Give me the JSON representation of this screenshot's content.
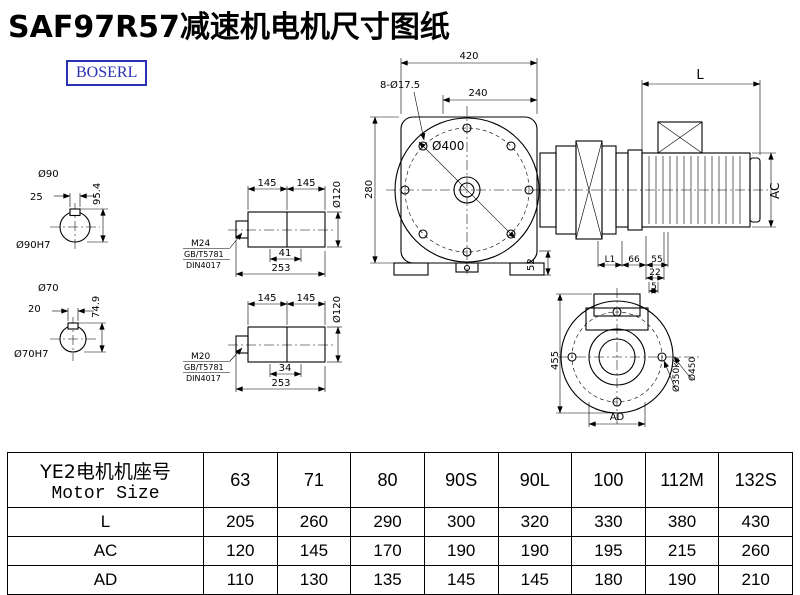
{
  "title": "SAF97R57减速机电机尺寸图纸",
  "logo": "BOSERL",
  "colors": {
    "logo_blue": "#2b32b2"
  },
  "drawing": {
    "shaft1": {
      "dia": "Ø90",
      "key": "25",
      "height": "95.4",
      "bore": "Ø90H7"
    },
    "shaft2": {
      "dia": "Ø70",
      "key": "20",
      "height": "74.9",
      "bore": "Ø70H7"
    },
    "stub1": {
      "l1": "145",
      "l2": "145",
      "dia": "Ø120",
      "thread": "M24",
      "std1": "GB/T5781",
      "std2": "DIN4017",
      "depth": "41",
      "total": "253"
    },
    "stub2": {
      "l1": "145",
      "l2": "145",
      "dia": "Ø120",
      "thread": "M20",
      "std1": "GB/T5781",
      "std2": "DIN4017",
      "depth": "34",
      "total": "253"
    },
    "front": {
      "width": "420",
      "holes": "8-Ø17.5",
      "inner": "240",
      "dia": "Ø400",
      "height": "280",
      "foot": "52"
    },
    "motor": {
      "len": "L",
      "ac": "AC",
      "l1": "L1",
      "a": "66",
      "b": "55",
      "c": "22",
      "d": "5"
    },
    "flange": {
      "height": "455",
      "bolt": "Ø350k6",
      "outer": "Ø450",
      "ad": "AD"
    }
  },
  "table": {
    "header_cn": "YE2电机机座号",
    "header_en": "Motor Size",
    "sizes": [
      "63",
      "71",
      "80",
      "90S",
      "90L",
      "100",
      "112M",
      "132S"
    ],
    "rows": [
      {
        "label": "L",
        "values": [
          "205",
          "260",
          "290",
          "300",
          "320",
          "330",
          "380",
          "430"
        ]
      },
      {
        "label": "AC",
        "values": [
          "120",
          "145",
          "170",
          "190",
          "190",
          "195",
          "215",
          "260"
        ]
      },
      {
        "label": "AD",
        "values": [
          "110",
          "130",
          "135",
          "145",
          "145",
          "180",
          "190",
          "210"
        ]
      }
    ]
  }
}
